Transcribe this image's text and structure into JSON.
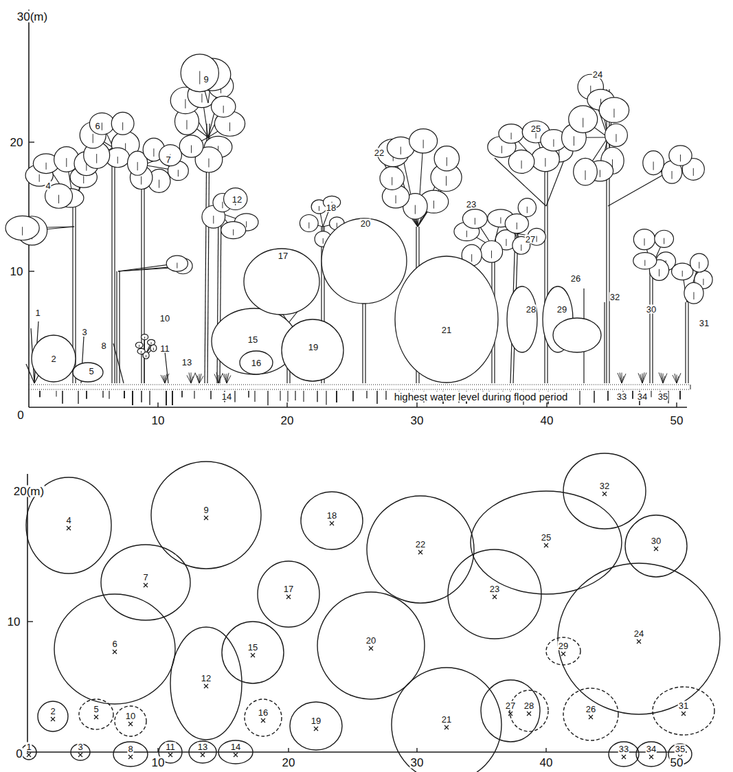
{
  "diagram": {
    "labels": [
      "30(m)",
      "20",
      "10",
      "0",
      "10",
      "20",
      "30",
      "40",
      "50",
      "highest water level during flood period",
      "1",
      "2",
      "3",
      "4",
      "5",
      "6",
      "7",
      "8",
      "9",
      "10",
      "11",
      "12",
      "13",
      "14",
      "15",
      "16",
      "17",
      "18",
      "19",
      "20",
      "21",
      "22",
      "23",
      "24",
      "25",
      "26",
      "27",
      "28",
      "29",
      "30",
      "31",
      "32",
      "33",
      "34",
      "35",
      "20(m)",
      "10",
      "0",
      "10",
      "20",
      "30",
      "40",
      "50",
      "1",
      "2",
      "3",
      "4",
      "5",
      "6",
      "7",
      "8",
      "9",
      "10",
      "11",
      "12",
      "13",
      "14",
      "15",
      "16",
      "17",
      "18",
      "19",
      "20",
      "21",
      "22",
      "23",
      "24",
      "25",
      "26",
      "27",
      "28",
      "29",
      "30",
      "31",
      "32",
      "33",
      "34",
      "35"
    ]
  }
}
